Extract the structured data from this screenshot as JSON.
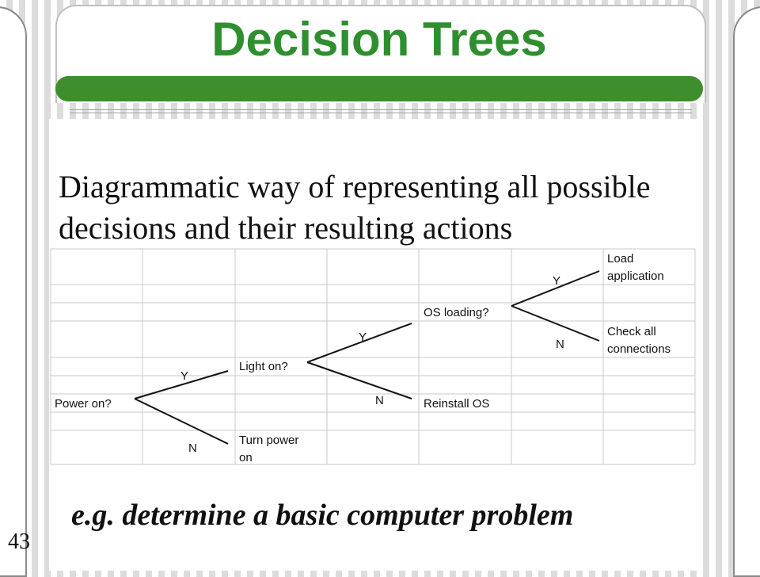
{
  "slide": {
    "title": "Decision Trees",
    "subtitle": "Diagrammatic way of representing all possible decisions and their resulting actions",
    "example": "e.g. determine a basic computer problem",
    "page_number": "43",
    "title_color": "#2f8f2f",
    "accent_bar_color": "#3e8e2e"
  },
  "diagram": {
    "nodes": {
      "power_on": "Power on?",
      "light_on": "Light on?",
      "turn_power_on_1": "Turn power",
      "turn_power_on_2": "on",
      "os_loading": "OS loading?",
      "reinstall_os": "Reinstall OS",
      "load_app_1": "Load",
      "load_app_2": "application",
      "check_all_1": "Check all",
      "check_all_2": "connections"
    },
    "branches": {
      "power_yes": "Y",
      "power_no": "N",
      "light_yes": "Y",
      "light_no": "N",
      "os_yes": "Y",
      "os_no": "N"
    }
  }
}
